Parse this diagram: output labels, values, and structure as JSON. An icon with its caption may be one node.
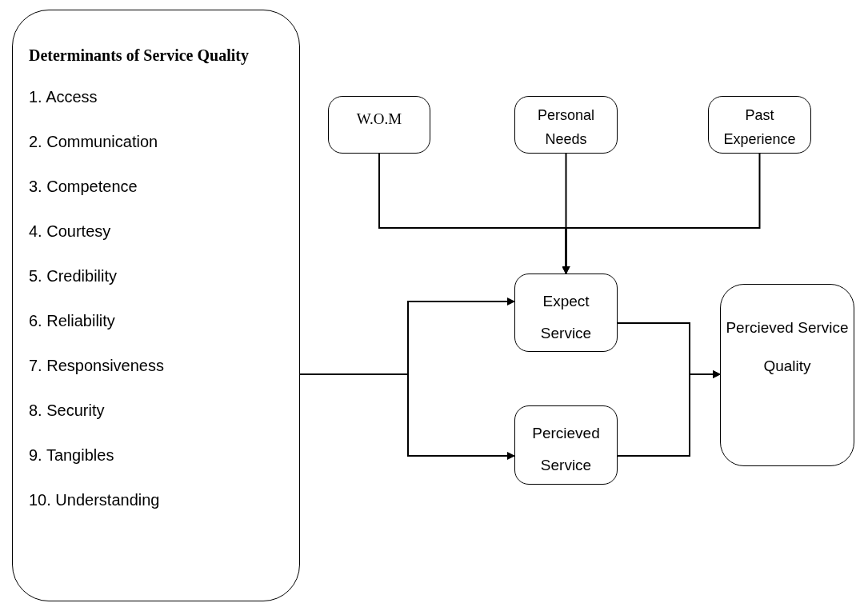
{
  "diagram": {
    "nodes": [
      {
        "text": [
          "Determinants of Service Quality",
          "1. Access",
          "2. Communication",
          "3. Competence",
          "4. Courtesy",
          "5. Credibility",
          "6. Reliability",
          "7. Responsiveness",
          "8. Security",
          "9. Tangibles",
          "10. Understanding"
        ]
      },
      {
        "text": [
          "W.O.M"
        ]
      },
      {
        "text": [
          "Personal Needs"
        ]
      },
      {
        "text": [
          "Past Experience"
        ]
      },
      {
        "text": [
          "Expect Service"
        ]
      },
      {
        "text": [
          "Percieved Service"
        ]
      },
      {
        "text": [
          "Percieved Service Quality"
        ]
      }
    ],
    "edges": [
      {
        "from": 1,
        "to": 4,
        "arrow": "to"
      },
      {
        "from": 2,
        "to": 4,
        "arrow": "to"
      },
      {
        "from": 3,
        "to": 4,
        "arrow": "to"
      },
      {
        "from": 0,
        "to": 4,
        "arrow": "to"
      },
      {
        "from": 0,
        "to": 5,
        "arrow": "to"
      },
      {
        "from": 4,
        "to": 6,
        "arrow": "to"
      },
      {
        "from": 5,
        "to": 6,
        "arrow": "to"
      }
    ]
  }
}
